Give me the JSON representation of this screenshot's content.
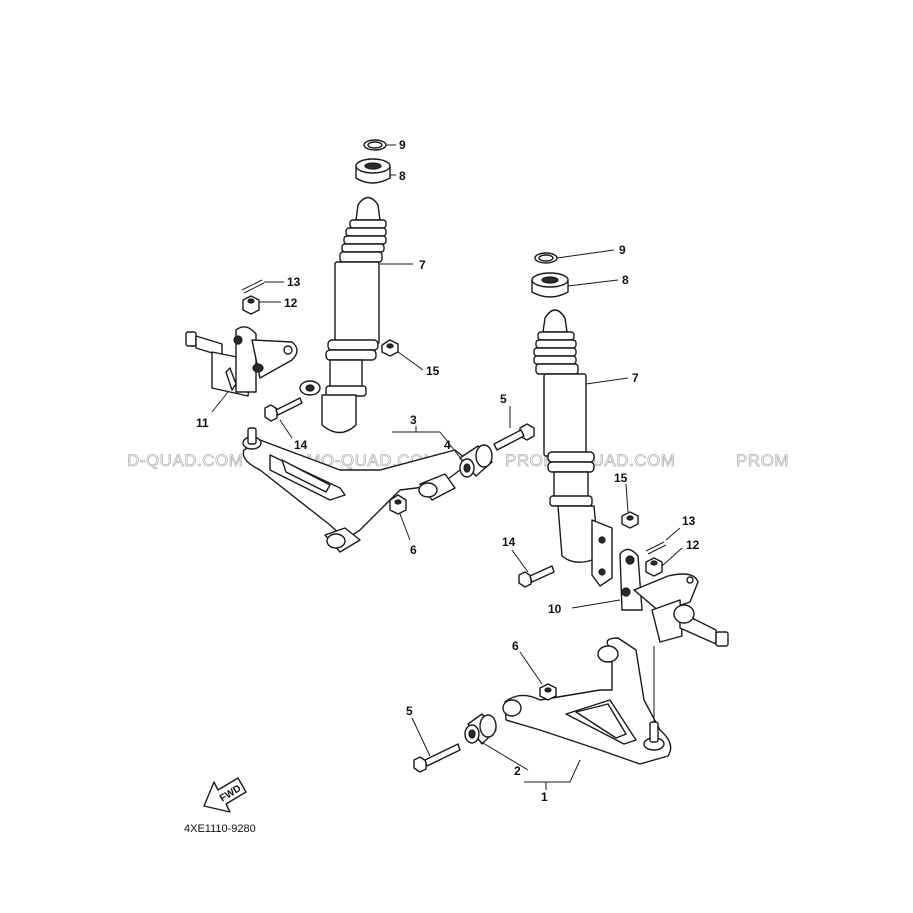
{
  "watermark": {
    "segments": [
      "D-QUAD.COM",
      "PROMO-QUAD.COM",
      "PROMO-QUAD.COM",
      "PROM"
    ]
  },
  "arrow": {
    "label": "FWD"
  },
  "drawing_code": "4XE1110-9280",
  "callouts": {
    "left": {
      "c3": "3",
      "c4": "4",
      "c6": "6",
      "c7": "7",
      "c8": "8",
      "c9": "9",
      "c11": "11",
      "c12": "12",
      "c13": "13",
      "c14": "14",
      "c15": "15"
    },
    "right": {
      "c1": "1",
      "c2": "2",
      "c5a": "5",
      "c5b": "5",
      "c6": "6",
      "c7": "7",
      "c8": "8",
      "c9": "9",
      "c10": "10",
      "c12": "12",
      "c13": "13",
      "c14": "14",
      "c15": "15"
    }
  }
}
